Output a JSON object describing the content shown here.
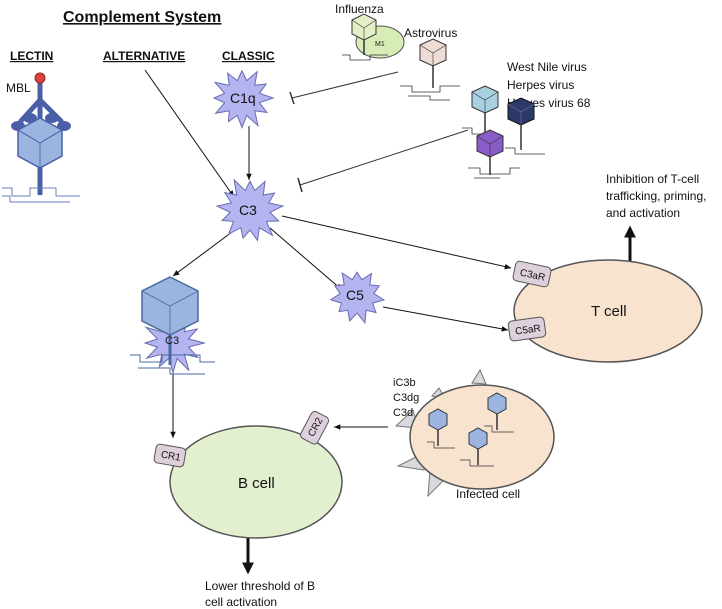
{
  "title": "Complement System",
  "pathways": {
    "lectin": "LECTIN",
    "alternative": "ALTERNATIVE",
    "classic": "CLASSIC"
  },
  "mbl_label": "MBL",
  "proteins": {
    "c1q": "C1q",
    "c3": "C3",
    "c5": "C5",
    "c3_bound": "C3"
  },
  "viruses_top": {
    "influenza": "Influenza",
    "astrovirus": "Astrovirus",
    "m1": "M1"
  },
  "viruses_right": [
    "West Nile virus",
    "Herpes virus",
    "Herves virus 68"
  ],
  "tcell": {
    "label": "T cell",
    "receptors": {
      "c3ar": "C3aR",
      "c5ar": "C5aR"
    },
    "outcome_lines": [
      "Inhibition of T-cell",
      "trafficking, priming,",
      "and activation"
    ]
  },
  "bcell": {
    "label": "B cell",
    "receptors": {
      "cr1": "CR1",
      "cr2": "CR2"
    },
    "outcome_lines": [
      "Lower threshold of B",
      "cell activation"
    ]
  },
  "infected_cell": {
    "label": "Infected cell",
    "fragments": [
      "iC3b",
      "C3dg",
      "C3d"
    ]
  },
  "colors": {
    "protein_fill": "#b4b4f0",
    "virus_blue": "#9bb5e0",
    "virus_dark": "#2b3a6b",
    "virus_purple": "#8a5cc7",
    "tcell_fill": "#f8e3cf",
    "bcell_fill": "#e3f0cf",
    "receptor_fill": "#ddd0dc",
    "mbl_blue": "#4a5fa8"
  }
}
